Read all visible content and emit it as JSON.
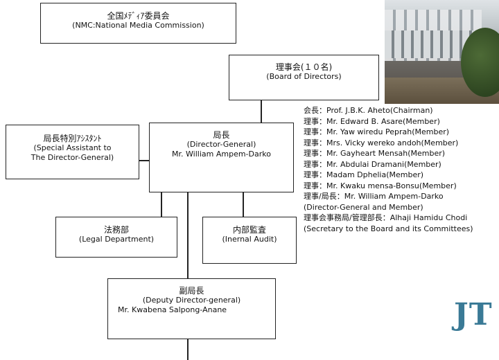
{
  "nodes": {
    "nmc": {
      "line1": "全国ﾒﾃﾞｨｱ委員会",
      "line2": "(NMC:National Media Commission)"
    },
    "board": {
      "line1": "理事会(１０名)",
      "line2": "(Board of Directors)"
    },
    "dg": {
      "line1": "局長",
      "line2": "(Director-General)",
      "line3": "Mr. William Ampem-Darko"
    },
    "sa": {
      "line1": "局長特別ｱｼｽﾀﾝﾄ",
      "line2": "(Special Assistant to",
      "line3": "The Director-General)"
    },
    "legal": {
      "line1": "法務部",
      "line2": "(Legal Department)"
    },
    "audit": {
      "line1": "内部監査",
      "line2": "(Inernal Audit)"
    },
    "ddg": {
      "line1": "副局長",
      "line2": "(Deputy Director-general)",
      "line3": "Mr. Kwabena Salpong-Anane"
    }
  },
  "members": [
    "会長：Prof. J.B.K. Aheto(Chairman)",
    "理事：Mr. Edward B. Asare(Member)",
    "理事：Mr. Yaw wiredu Peprah(Member)",
    "理事：Mrs. Vicky wereko andoh(Member)",
    "理事：Mr. Gayheart Mensah(Member)",
    "理事：Mr. Abdulai Dramani(Member)",
    "理事：Madam Dphelia(Member)",
    "理事：Mr. Kwaku mensa-Bonsu(Member)",
    "理事/局長：Mr. William Ampem-Darko",
    "(Director-General and Member)",
    "理事会事務局/管理部長：Alhaji Hamidu Chodi",
    "(Secretary to the Board and its Committees)"
  ],
  "logo_text": "JT",
  "photo_icon": "building-photo"
}
